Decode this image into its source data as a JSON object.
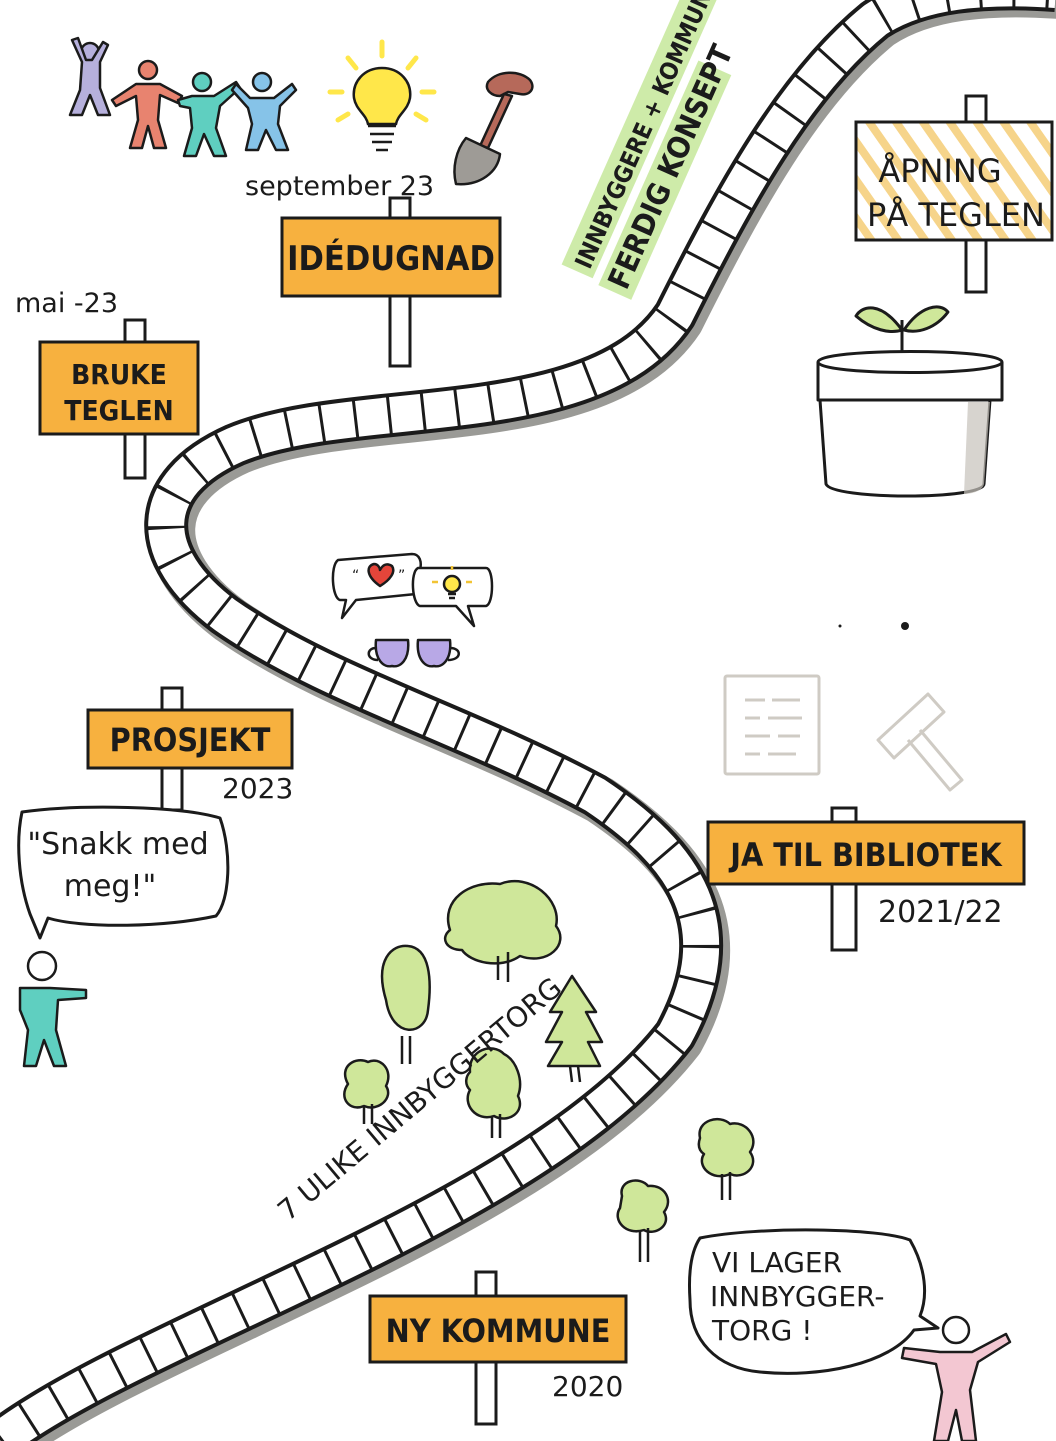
{
  "colors": {
    "sign_orange": "#f7b13f",
    "road_fill": "#ffffff",
    "road_shadow": "#9a9a96",
    "ink": "#1b1b1b",
    "tree_green": "#cfe79a",
    "tree_shadow": "#a7c873",
    "highlighter_green": "#c6e89a",
    "stripe_yellow": "#f6d48a",
    "bulb_yellow": "#ffe74a",
    "cup_purple": "#b8a8e6",
    "heart_red": "#e5453a",
    "person_teal": "#5fcfc0",
    "person_purple": "#b6b0dc",
    "person_salmon": "#e8836f",
    "person_blue": "#86c3e8",
    "person_pink": "#f3c7d2",
    "shovel_brown": "#b6695a",
    "shovel_gray": "#9e9b96",
    "faded_gray": "#cfcbc4"
  },
  "milestones": {
    "ny_kommune": {
      "label": "NY KOMMUNE",
      "year": "2020"
    },
    "ja_til_bibliotek": {
      "label": "JA TIL BIBLIOTEK",
      "year": "2021/22"
    },
    "prosjekt": {
      "label": "PROSJEKT",
      "year": "2023"
    },
    "bruke_teglen": {
      "label_line1": "BRUKE",
      "label_line2": "TEGLEN",
      "date": "mai -23"
    },
    "idedugnad": {
      "label": "IDÉDUGNAD",
      "date": "september 23"
    },
    "apning": {
      "label_line1": "ÅPNING",
      "label_line2": "PÅ TEGLEN"
    }
  },
  "annotations": {
    "ulike_innbyggertorg": "7 ULIKE INNBYGGERTORG",
    "konsept_line1": "INNBYGGERE + KOMMUNEN",
    "konsept_line2": "FERDIG KONSEPT"
  },
  "speech_bubbles": {
    "snakk_line1": "\"Snakk med",
    "snakk_line2": "meg!\"",
    "vi_lager_line1": "VI LAGER",
    "vi_lager_line2": "INNBYGGER-",
    "vi_lager_line3": "TORG !"
  },
  "icons": [
    "people-group-icon",
    "lightbulb-icon",
    "shovel-icon",
    "plant-pot-icon",
    "heart-speech-icon",
    "idea-speech-icon",
    "coffee-cups-icon",
    "document-icon",
    "gavel-icon",
    "tree-icon",
    "person-icon"
  ]
}
